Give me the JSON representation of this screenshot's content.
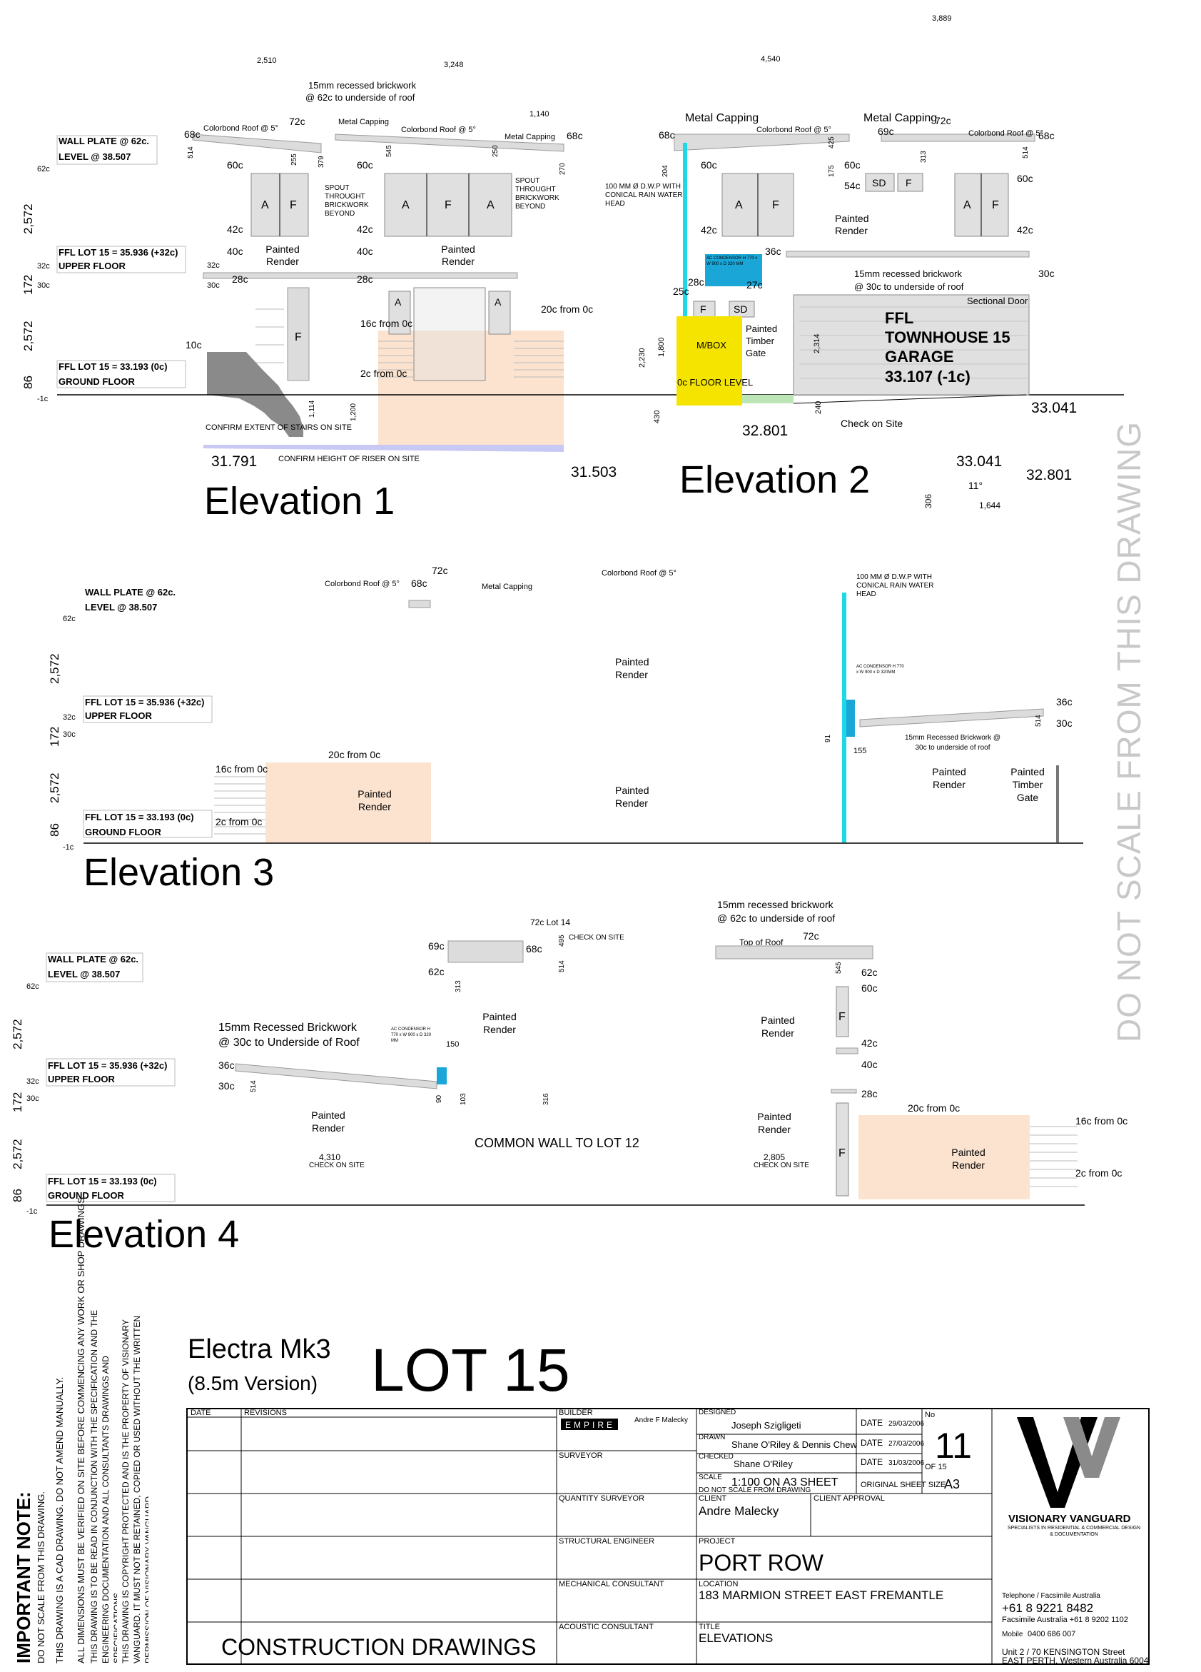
{
  "top_dim": "3,889",
  "colors": {
    "render": "#fbe3cf",
    "downpipe": "#1ed8e8",
    "condenser": "#1aa7d8",
    "meterbox": "#f5e400",
    "stair": "#8a8a8a",
    "slab_blue": "#c8c8f4",
    "ground_green": "#bde6b7"
  },
  "watermark": "DO NOT SCALE FROM THIS DRAWING",
  "levels": {
    "wall_plate": "WALL PLATE @ 62c.",
    "wall_level": "LEVEL @ 38.507",
    "upper": "FFL LOT 15 = 35.936 (+32c)",
    "upper_name": "UPPER FLOOR",
    "ground": "FFL LOT 15 = 33.193 (0c)",
    "ground_name": "GROUND FLOOR",
    "c62": "62c",
    "c32": "32c",
    "c30": "30c",
    "cm1": "-1c",
    "d2572": "2,572",
    "d172": "172",
    "d86": "86"
  },
  "e1": {
    "title": "Elevation 1",
    "dim_2510": "2,510",
    "dim_3248": "3,248",
    "dim_1140": "1,140",
    "recess1": "15mm recessed brickwork",
    "recess2": "@ 62c to underside of roof",
    "c68a": "68c",
    "roof1": "Colorbond Roof @ 5°",
    "c72": "72c",
    "capping1": "Metal Capping",
    "roof2": "Colorbond Roof @ 5°",
    "capping2": "Metal Capping",
    "c68b": "68c",
    "d514": "514",
    "d255": "255",
    "d379": "379",
    "d545": "545",
    "d250": "250",
    "d270": "270",
    "c60a": "60c",
    "c60b": "60c",
    "c42a": "42c",
    "c42b": "42c",
    "c40a": "40c",
    "c40b": "40c",
    "A": "A",
    "F": "F",
    "spout1": "SPOUT THROUGHT BRICKWORK BEYOND",
    "spout2": "SPOUT THROUGHT BRICKWORK BEYOND",
    "render1": "Painted Render",
    "render2": "Painted Render",
    "c32": "32c",
    "c30": "30c",
    "c28a": "28c",
    "c28b": "28c",
    "c16": "16c from 0c",
    "c20": "20c from 0c",
    "c10": "10c",
    "c2": "2c from 0c",
    "confirm1": "CONFIRM EXTENT OF STAIRS ON SITE",
    "confirm2": "CONFIRM HEIGHT OF RISER ON SITE",
    "d1114": "1,114",
    "d1200": "1,200",
    "lvl1": "31.791",
    "lvl2": "31.503"
  },
  "e2": {
    "title": "Elevation 2",
    "dim_4540": "4,540",
    "capping_a": "Metal Capping",
    "capping_b": "Metal Capping",
    "c68a": "68c",
    "roof1": "Colorbond Roof @ 5°",
    "c69": "69c",
    "c72": "72c",
    "roof2": "Colorbond Roof @ 5°",
    "c68b": "68c",
    "d204": "204",
    "d175": "175",
    "d425": "425",
    "d313": "313",
    "d514": "514",
    "dwp": "100 MM Ø D.W.P WITH CONICAL RAIN WATER HEAD",
    "c60a": "60c",
    "c60b": "60c",
    "c60c": "60c",
    "c54": "54c",
    "c42a": "42c",
    "c42b": "42c",
    "SD": "SD",
    "F": "F",
    "A": "A",
    "render": "Painted Render",
    "c36": "36c",
    "c30": "30c",
    "c28": "28c",
    "c27": "27c",
    "c25": "25c",
    "cond": "AC CONDENSOR H 770 x W 900 x D 320 MM",
    "recess1": "15mm recessed brickwork",
    "recess2": "@ 30c to underside of roof",
    "sect": "Sectional Door",
    "ffl1": "FFL",
    "ffl2": "TOWNHOUSE 15",
    "ffl3": "GARAGE",
    "ffl4": "33.107 (-1c)",
    "mbox": "M/BOX",
    "floor": "0c FLOOR LEVEL",
    "gate": "Painted Timber Gate",
    "d2230": "2,230",
    "d1800": "1,800",
    "d2314": "2,314",
    "d430": "430",
    "d240": "240",
    "lvl1": "32.801",
    "lvl2": "33.041",
    "check": "Check on Site",
    "s_lvl1": "33.041",
    "s_lvl2": "32.801",
    "s_ang": "11°",
    "s_dim": "1,644",
    "s_306": "306"
  },
  "e3": {
    "title": "Elevation 3",
    "roof1": "Colorbond Roof @ 5°",
    "c72": "72c",
    "c68": "68c",
    "capping": "Metal Capping",
    "roof2": "Colorbond Roof @ 5°",
    "dwp": "100 MM Ø D.W.P WITH CONICAL RAIN WATER HEAD",
    "cond": "AC CONDENSOR H 770 x W 900 x D 320MM",
    "render1": "Painted Render",
    "render2": "Painted Render",
    "render3": "Painted Render",
    "render4": "Painted Render",
    "gate": "Painted Timber Gate",
    "c36": "36c",
    "c30": "30c",
    "d514": "514",
    "d91": "91",
    "d155": "155",
    "recess": "15mm Recessed Brickwork @ 30c to underside of roof",
    "c20": "20c from 0c",
    "c16": "16c from 0c",
    "c2": "2c from 0c"
  },
  "e4": {
    "title": "Elevation 4",
    "recess_top1": "15mm recessed brickwork",
    "recess_top2": "@ 62c to underside of roof",
    "c72lot": "72c Lot 14",
    "check": "CHECK ON SITE",
    "d495": "495",
    "c69": "69c",
    "c68": "68c",
    "c62a": "62c",
    "d313": "313",
    "d514": "514",
    "top_roof": "Top of Roof",
    "c72": "72c",
    "d545": "545",
    "c62b": "62c",
    "c60": "60c",
    "render1": "Painted Render",
    "render2": "Painted Render",
    "render3": "Painted Render",
    "render4": "Painted Render",
    "render5": "Painted Render",
    "recess1": "15mm Recessed Brickwork",
    "recess2": "@ 30c to Underside of Roof",
    "cond": "AC CONDENSOR H 770 x W 900 x D 320 MM",
    "d150": "150",
    "c36": "36c",
    "c30": "30c",
    "d514b": "514",
    "d90": "90",
    "d103": "103",
    "d316": "316",
    "F": "F",
    "c42": "42c",
    "c40": "40c",
    "c28": "28c",
    "c20": "20c from 0c",
    "c16": "16c from 0c",
    "c2": "2c from 0c",
    "common": "COMMON WALL TO LOT 12",
    "d4310": "4,310",
    "chk1": "CHECK ON SITE",
    "d2805": "2,805",
    "chk2": "CHECK ON SITE"
  },
  "titleblock": {
    "model": "Electra Mk3",
    "version": "(8.5m Version)",
    "lot": "LOT 15",
    "note_title": "IMPORTANT NOTE:",
    "notes": [
      "DO NOT SCALE FROM THIS DRAWING.",
      "THIS DRAWING IS A CAD DRAWING. DO NOT AMEND MANUALLY.",
      "ALL DIMENSIONS MUST BE VERIFIED ON SITE BEFORE COMMENCING ANY WORK OR SHOP DRAWINGS.",
      "THIS DRAWING IS TO BE READ IN CONJUNCTION WITH THE SPECIFICATION AND THE ENGINEERING DOCUMENTATION AND ALL CONSULTANTS DRAWINGS AND SPECIFICATIONS",
      "THIS DRAWING IS COPYRIGHT PROTECTED AND IS THE PROPERTY OF VISIONARY VANGUARD. IT MUST NOT BE RETAINED, COPIED OR USED WITHOUT THE WRITTEN PERMISSION OF VISIONARY VANGUARD"
    ],
    "date_h": "DATE",
    "rev_h": "REVISIONS",
    "builder_h": "BUILDER",
    "builder": "EMPIRE",
    "builder_contact": "Andre F Malecky",
    "surveyor_h": "SURVEYOR",
    "qs_h": "QUANTITY SURVEYOR",
    "struct_h": "STRUCTURAL ENGINEER",
    "mech_h": "MECHANICAL CONSULTANT",
    "acou_h": "ACOUSTIC CONSULTANT",
    "designed_h": "DESIGNED",
    "designed": "Joseph Szigligeti",
    "drawn_h": "DRAWN",
    "drawn": "Shane O'Riley & Dennis Chew",
    "checked_h": "CHECKED",
    "checked": "Shane O'Riley",
    "date_lbl": "DATE",
    "date1": "29/03/2006",
    "date2": "27/03/2006",
    "date3": "31/03/2006",
    "no_h": "No",
    "no": "11",
    "of": "OF 15",
    "scale_h": "SCALE",
    "scale": "1:100 ON A3 SHEET",
    "noscale": "DO NOT SCALE FROM DRAWING",
    "sheet_h": "ORIGINAL SHEET SIZE",
    "sheet": "A3",
    "client_h": "CLIENT",
    "client": "Andre Malecky",
    "approval_h": "CLIENT APPROVAL",
    "project_h": "PROJECT",
    "project": "PORT ROW",
    "location_h": "LOCATION",
    "location": "183 MARMION STREET EAST FREMANTLE",
    "title_h": "TITLE",
    "title": "ELEVATIONS",
    "stage": "CONSTRUCTION DRAWINGS",
    "firm": "VISIONARY VANGUARD",
    "firm_sub": "SPECIALISTS IN RESIDENTIAL & COMMERCIAL DESIGN & DOCUMENTATION",
    "phone_h": "Telephone / Facsimile Australia",
    "phone": "+61 8 9221 8482",
    "fax": "Facsimile Australia +61 8 9202 1102",
    "mobile_h": "Mobile",
    "mobile": "0400 686 007",
    "addr1": "Unit 2 / 70 KENSINGTON Street",
    "addr2": "EAST PERTH, Western Australia 6004"
  }
}
